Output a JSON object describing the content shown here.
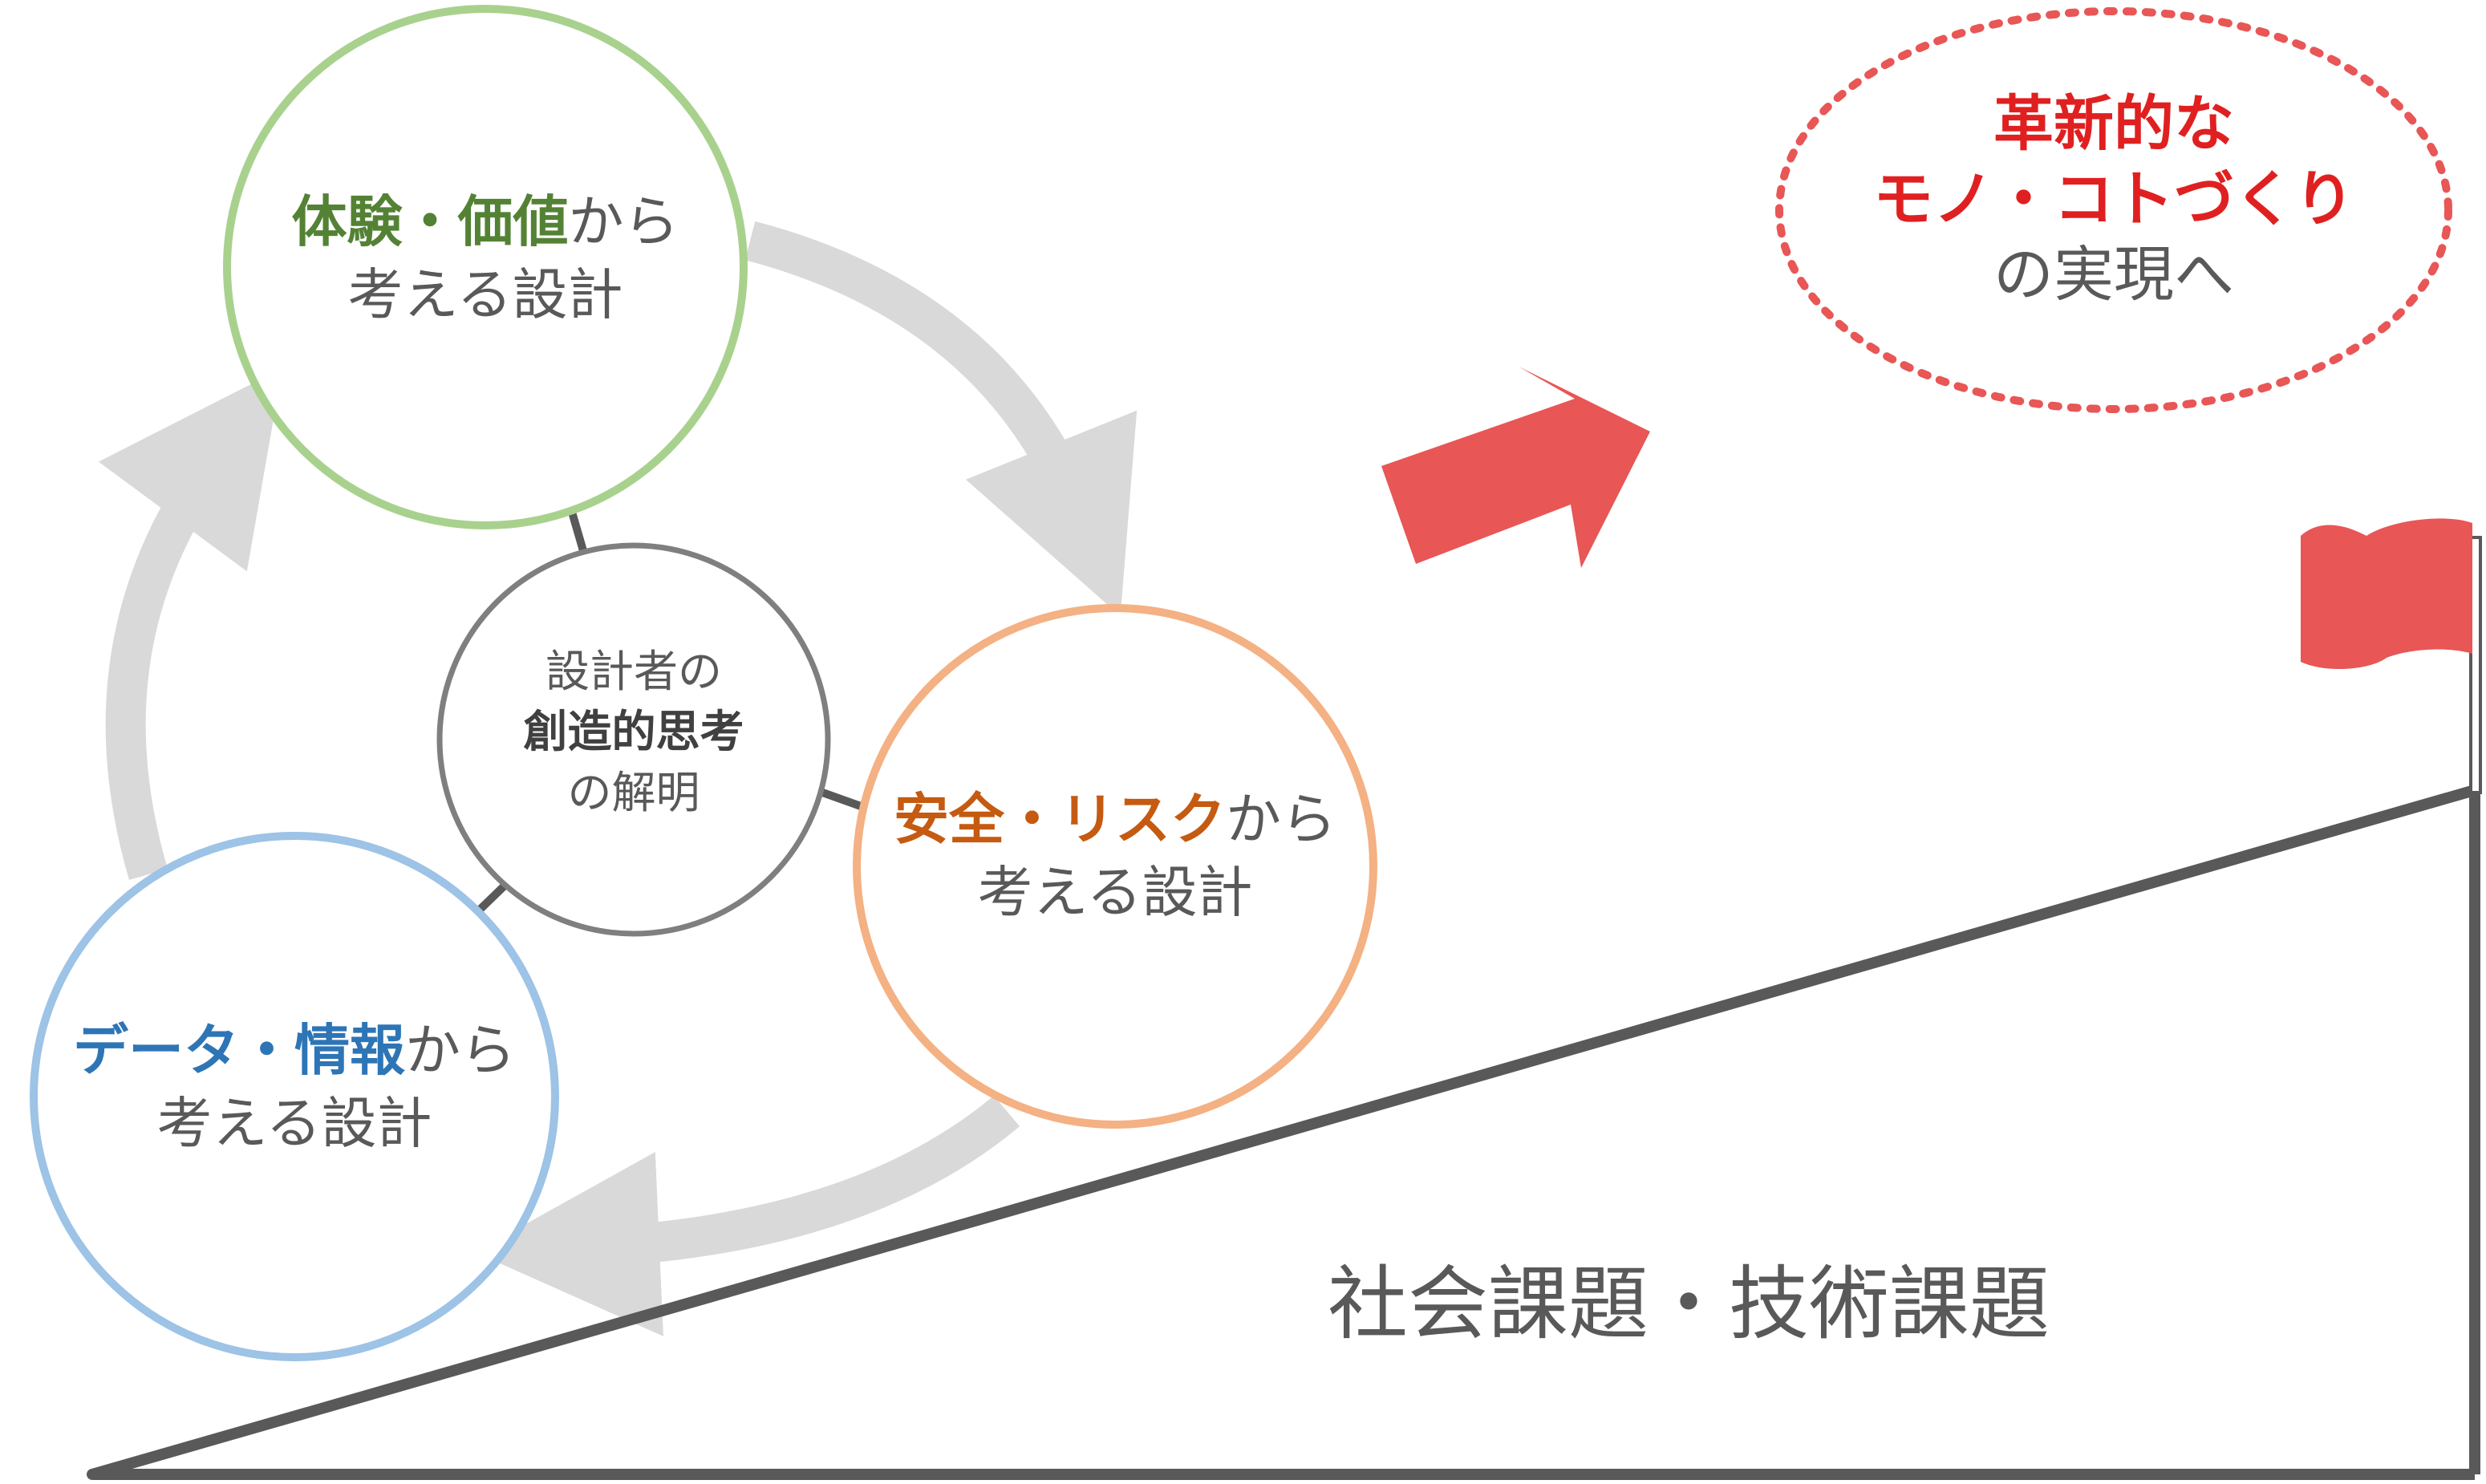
{
  "colors": {
    "green": "#548235",
    "green_ring": "#a9d18e",
    "orange": "#c55a11",
    "orange_ring": "#f4b183",
    "blue": "#2e75b6",
    "blue_ring": "#9dc3e6",
    "red": "#e02020",
    "arrow_red": "#e85656",
    "gray_text": "#595959",
    "cycle_arrow": "#d9d9d9",
    "slope_line": "#595959"
  },
  "icons": {
    "forward_arrow": "block-arrow-icon",
    "goal_flag": "flag-icon"
  },
  "nodes": {
    "experience": {
      "em": "体験・価値",
      "rest": "から",
      "line2": "考える設計"
    },
    "safety": {
      "em": "安全・リスク",
      "rest": "から",
      "line2": "考える設計"
    },
    "data": {
      "em": "データ・情報",
      "rest": "から",
      "line2": "考える設計"
    },
    "center": {
      "line1": "設計者の",
      "line2": "創造的思考",
      "line3": "の解明"
    }
  },
  "goal": {
    "line1": "革新的な",
    "line2": "モノ・コトづくり",
    "line3": "の実現へ"
  },
  "challenge": "社会課題・技術課題"
}
